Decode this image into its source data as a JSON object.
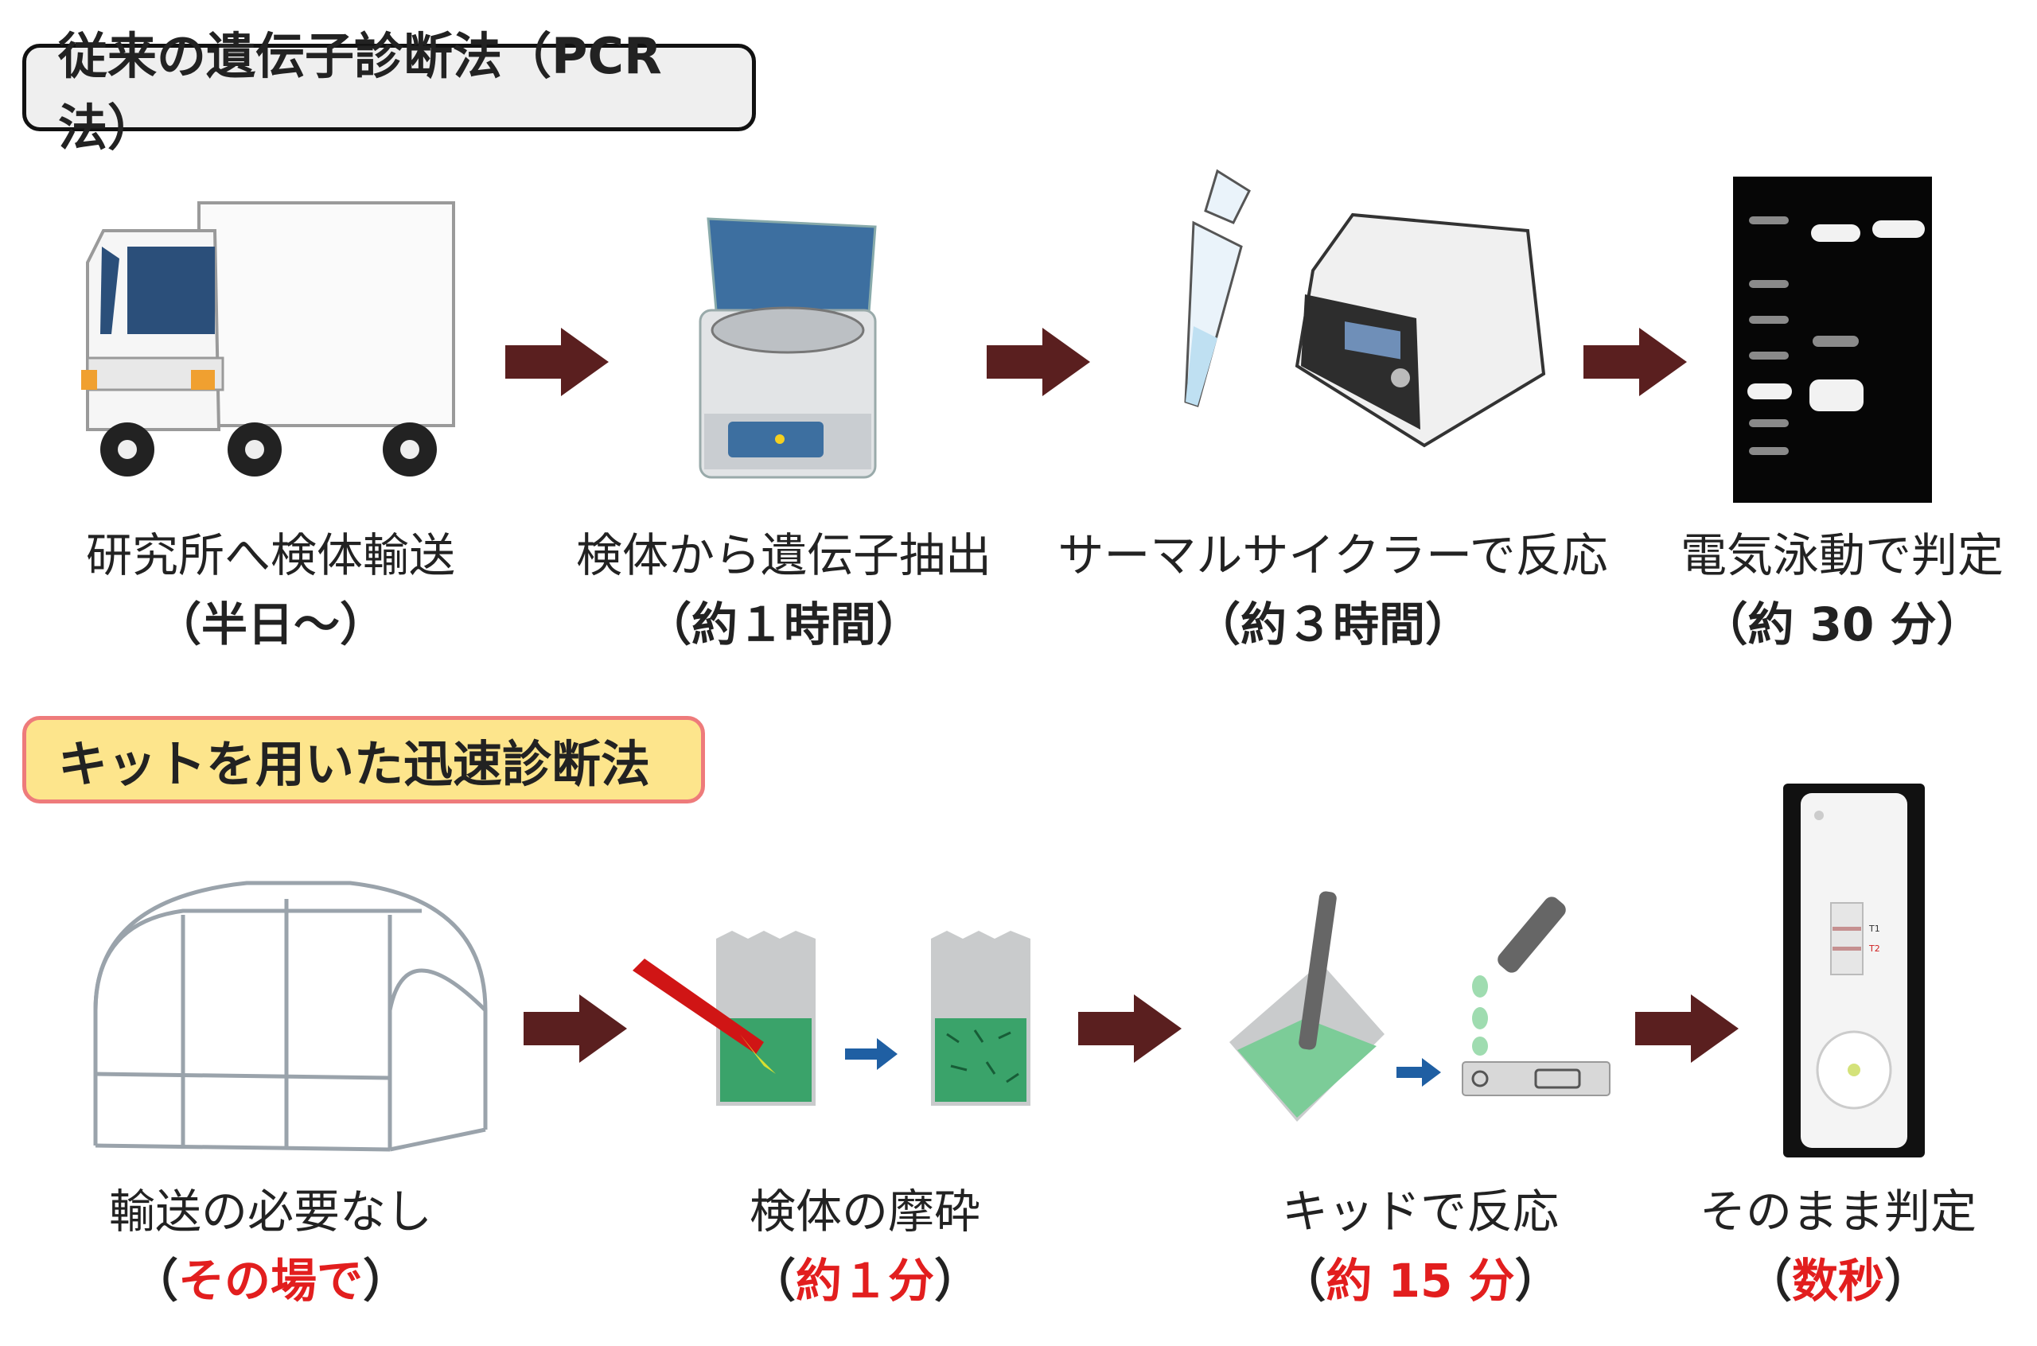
{
  "headers": {
    "conventional": "従来の遺伝子診断法（PCR 法）",
    "rapid": "キットを用いた迅速診断法"
  },
  "conventional_steps": [
    {
      "label": "研究所へ検体輸送",
      "duration": "（半日〜）"
    },
    {
      "label": "検体から遺伝子抽出",
      "duration": "（約１時間）"
    },
    {
      "label": "サーマルサイクラーで反応",
      "duration": "（約３時間）"
    },
    {
      "label": "電気泳動で判定",
      "duration": "（約 30 分）"
    }
  ],
  "rapid_steps": [
    {
      "label": "輸送の必要なし",
      "open": "（",
      "highlight": "その場で",
      "close": "）"
    },
    {
      "label": "検体の摩砕",
      "open": "（",
      "highlight": "約１分",
      "close": "）"
    },
    {
      "label": "キッドで反応",
      "open": "（",
      "highlight": "約 15 分",
      "close": "）"
    },
    {
      "label": "そのまま判定",
      "open": "（",
      "highlight": "数秒",
      "close": "）"
    }
  ],
  "test_strip_marks": {
    "t1": "T1",
    "t2": "T2"
  },
  "colors": {
    "arrow": "#5a1f1f",
    "small_arrow": "#1f5fa3",
    "highlight": "#e21e1e",
    "green": "#3aa36a"
  }
}
